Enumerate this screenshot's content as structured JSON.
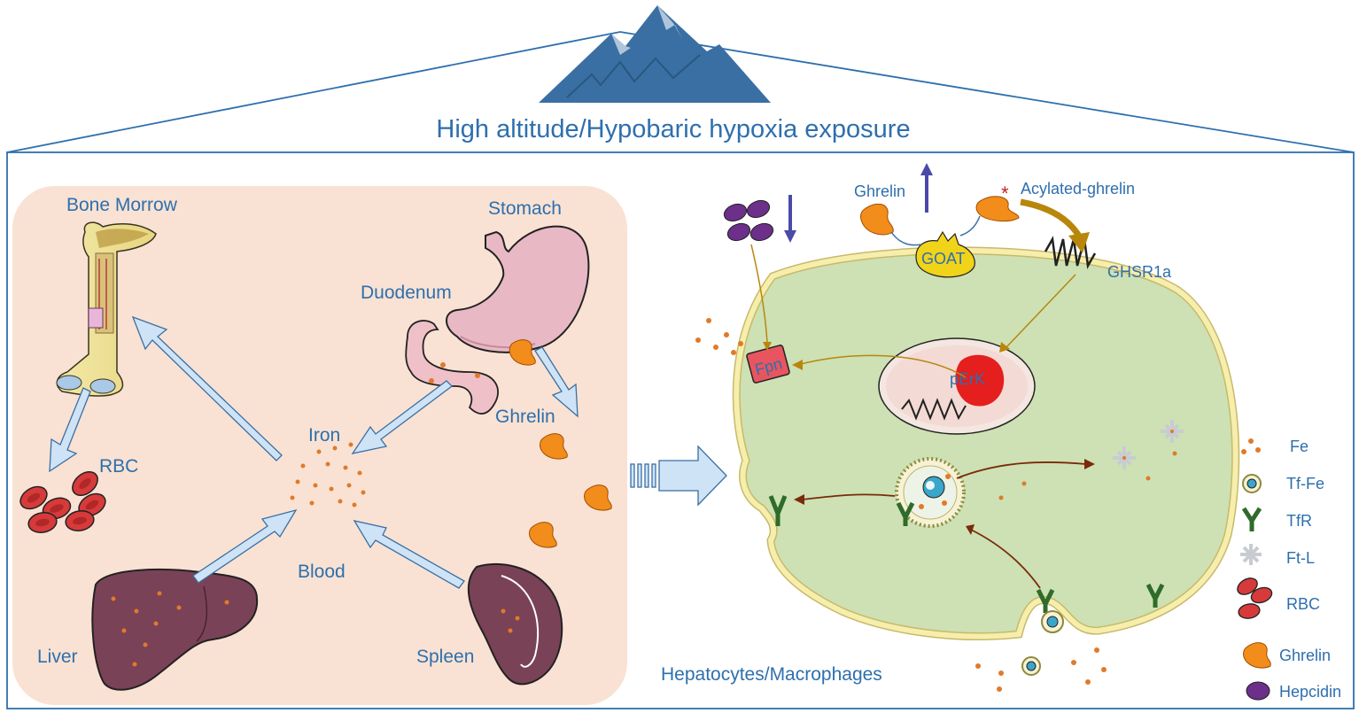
{
  "header": {
    "title": "High altitude/Hypobaric hypoxia exposure"
  },
  "left_panel": {
    "bone": "Bone Morrow",
    "stomach": "Stomach",
    "duodenum": "Duodenum",
    "ghrelin": "Ghrelin",
    "iron": "Iron",
    "rbc": "RBC",
    "blood": "Blood",
    "liver": "Liver",
    "spleen": "Spleen"
  },
  "cell_panel": {
    "ghrelin": "Ghrelin",
    "acylated": "Acylated-ghrelin",
    "goat": "GOAT",
    "ghsr": "GHSR1a",
    "fpn": "Fpn",
    "perk": "pErK",
    "cell_type": "Hepatocytes/Macrophages"
  },
  "legend": [
    {
      "label": "Fe",
      "icon": "fe-dots-icon"
    },
    {
      "label": "Tf-Fe",
      "icon": "tf-fe-icon"
    },
    {
      "label": "TfR",
      "icon": "tfr-icon"
    },
    {
      "label": "Ft-L",
      "icon": "ft-l-icon"
    },
    {
      "label": "RBC",
      "icon": "rbc-icon"
    },
    {
      "label": "Ghrelin",
      "icon": "ghrelin-icon"
    },
    {
      "label": "Hepcidin",
      "icon": "hepcidin-icon"
    }
  ],
  "colors": {
    "text_blue": "#2e6fae",
    "mountain": "#3a6fa3",
    "panel_bg": "#f9e2d3",
    "cell_fill": "#cde1b4",
    "membrane": "#f6eeac",
    "arrow_fill": "#cfe3f6",
    "iron_dot": "#e07a2a",
    "ghrelin_orange": "#f28c1a",
    "hepcidin_purple": "#6c2f8a",
    "rbc_red": "#d63a3a",
    "organ_purple": "#7a4256"
  }
}
